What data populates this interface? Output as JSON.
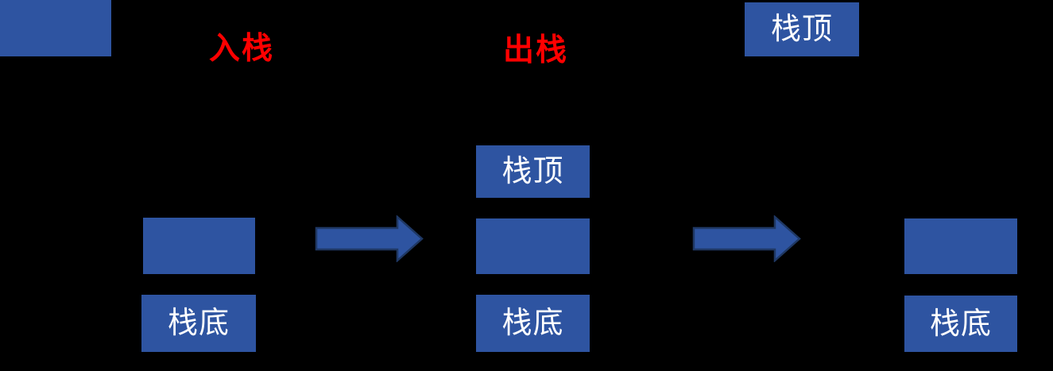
{
  "colors": {
    "background": "#000000",
    "box_fill": "#2E54A1",
    "box_text": "#FFFFFF",
    "arrow_fill": "#2E54A1",
    "arrow_border": "#1F3864",
    "label_red": "#FF0000"
  },
  "header": {
    "push_label": "入栈",
    "pop_label": "出栈",
    "stack_top_label": "栈顶"
  },
  "corner_box": {
    "label": ""
  },
  "stacks": [
    {
      "cells": [
        {
          "label": ""
        },
        {
          "label": "栈底"
        }
      ]
    },
    {
      "cells": [
        {
          "label": "栈顶"
        },
        {
          "label": ""
        },
        {
          "label": "栈底"
        }
      ]
    },
    {
      "cells": [
        {
          "label": ""
        },
        {
          "label": "栈底"
        }
      ]
    }
  ]
}
